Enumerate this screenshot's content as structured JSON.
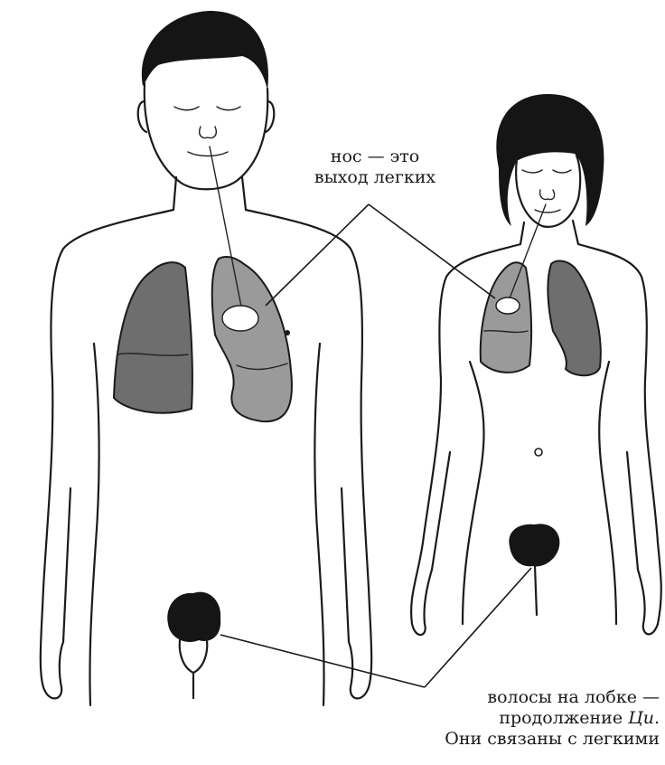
{
  "captions": {
    "nose_line1": "нос — это",
    "nose_line2": "выход легких",
    "pubic_line1": "волосы на лобке —",
    "pubic_line2_prefix": "продолжение ",
    "pubic_line2_italic": "Ци.",
    "pubic_line3": "Они связаны с легкими"
  },
  "colors": {
    "ink": "#1a1a1a",
    "lung_fill": "#6e6e6e",
    "background": "#ffffff"
  }
}
